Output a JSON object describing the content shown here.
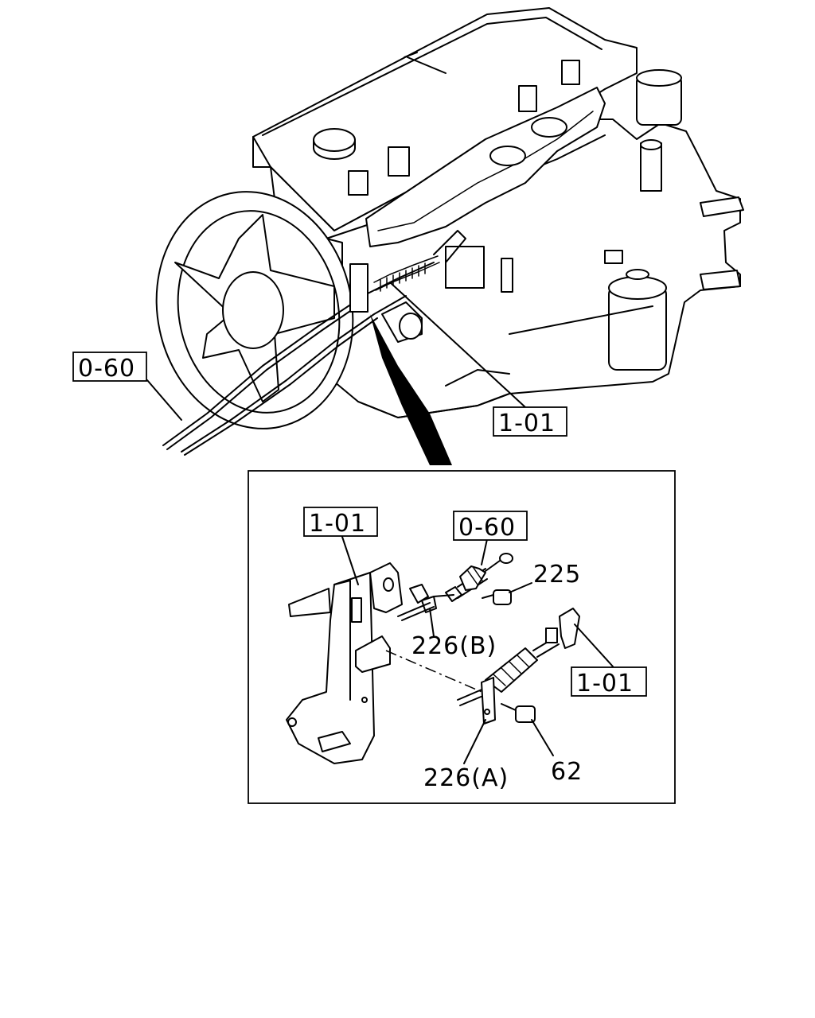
{
  "callouts": {
    "top_0_60": "0-60",
    "top_1_01": "1-01",
    "inset_1_01_bracket": "1-01",
    "inset_0_60_cable": "0-60",
    "inset_225": "225",
    "inset_226b": "226(B)",
    "inset_1_01_right": "1-01",
    "inset_226a": "226(A)",
    "inset_62": "62"
  },
  "colors": {
    "line": "#000000",
    "background": "#ffffff"
  }
}
